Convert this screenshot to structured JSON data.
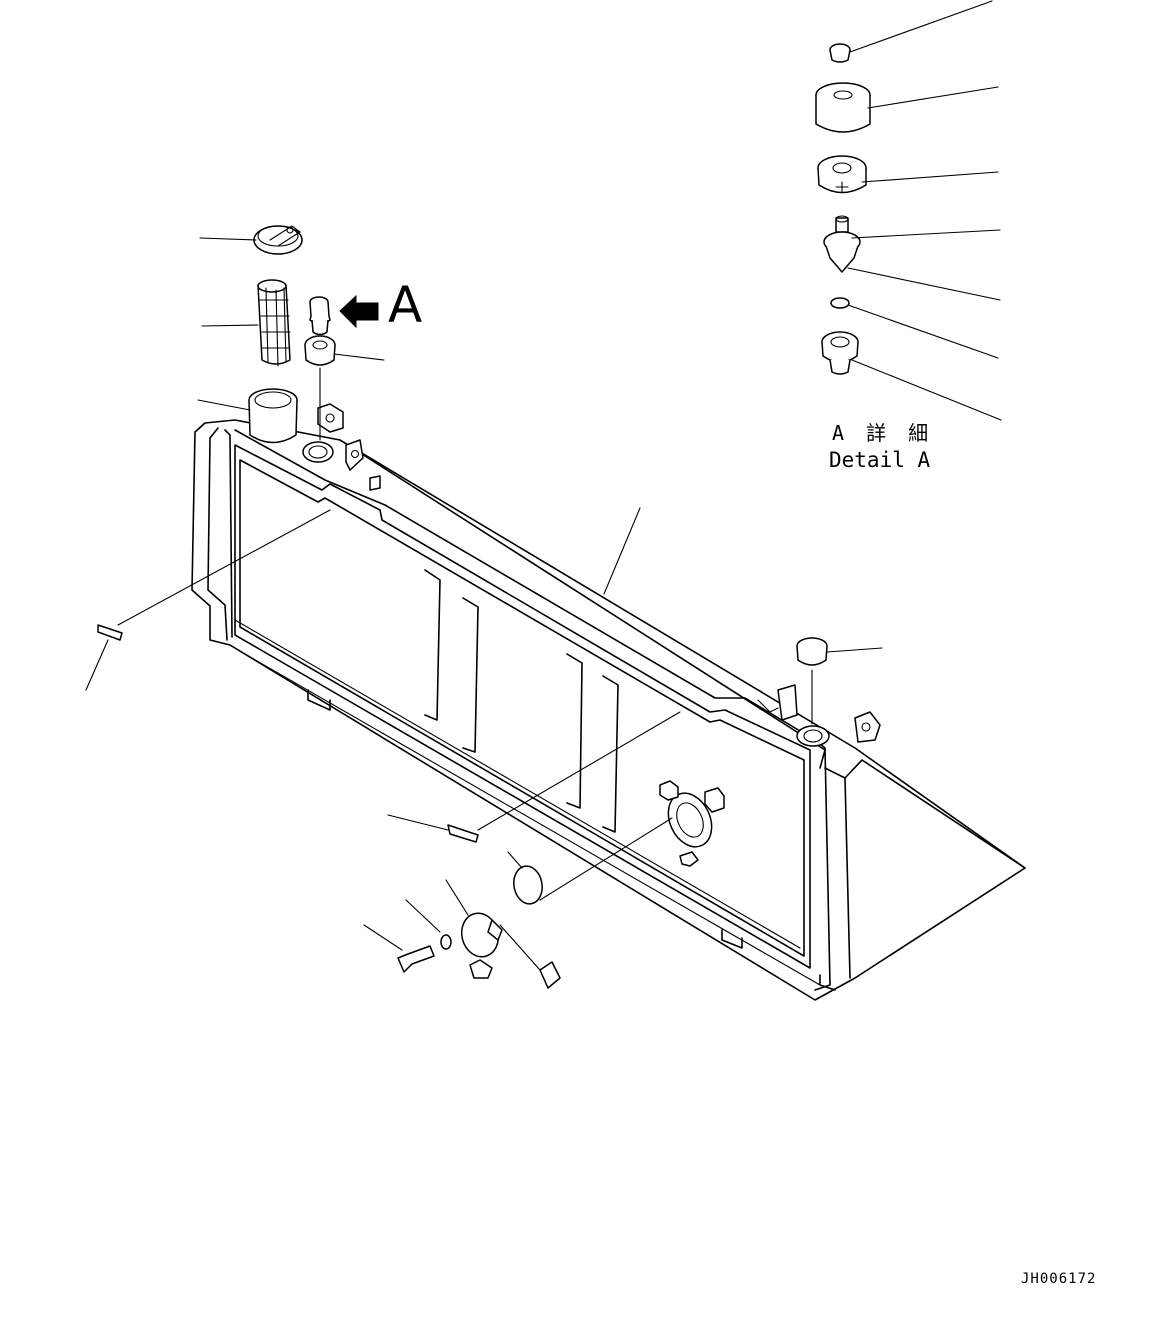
{
  "diagram": {
    "view_letter": "A",
    "detail_label_jp": "A 詳 細",
    "detail_label_en": "Detail A",
    "drawing_number": "JH006172"
  }
}
